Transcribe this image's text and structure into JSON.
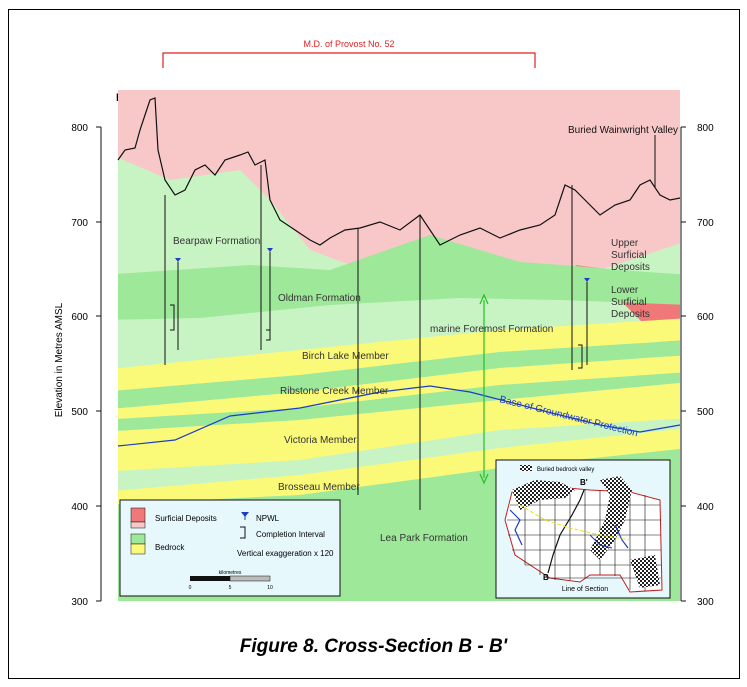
{
  "section": {
    "municipality_label": "M.D. of Provost No. 52",
    "end_left": "B",
    "end_right": "B'",
    "valley_label": "Buried Wainwright Valley"
  },
  "axes": {
    "ylabel": "Elevation in Metres AMSL",
    "left_ticks": [
      "800",
      "700",
      "600",
      "500",
      "400",
      "300"
    ],
    "right_ticks": [
      "800",
      "700",
      "600",
      "500",
      "400",
      "300"
    ]
  },
  "units": {
    "bearpaw": "Bearpaw Formation",
    "oldman": "Oldman Formation",
    "foremost": "marine Foremost Formation",
    "birch_lake": "Birch Lake Member",
    "ribstone": "Ribstone Creek Member",
    "victoria": "Victoria Member",
    "brosseau": "Brosseau Member",
    "lea_park": "Lea Park Formation",
    "upper_surficial_1": "Upper",
    "upper_surficial_2": "Surficial",
    "upper_surficial_3": "Deposits",
    "lower_surficial_1": "Lower",
    "lower_surficial_2": "Surficial",
    "lower_surficial_3": "Deposits",
    "groundwater": "Base of Groundwater Protection"
  },
  "legend": {
    "surficial": "Surficial Deposits",
    "bedrock": "Bedrock",
    "npwl": "NPWL",
    "completion": "Completion Interval",
    "exaggeration": "Vertical exaggeration x 120",
    "scale_title": "kilometres",
    "scale_ticks": [
      "0",
      "5",
      "10"
    ]
  },
  "inset": {
    "title": "Buried bedrock valley",
    "label_b": "B",
    "label_b_prime": "B'",
    "caption": "Line of Section"
  },
  "colors": {
    "surficial": "#f8c8c8",
    "lower_surficial": "#f07878",
    "bedrock_green": "#9ee89a",
    "bedrock_light": "#c8f4c4",
    "yellow": "#fafa78",
    "groundwater_line": "#1a3cc8",
    "red_line": "#e02020",
    "inset_bg": "#e6f8fc"
  },
  "caption": "Figure 8. Cross-Section B - B'"
}
